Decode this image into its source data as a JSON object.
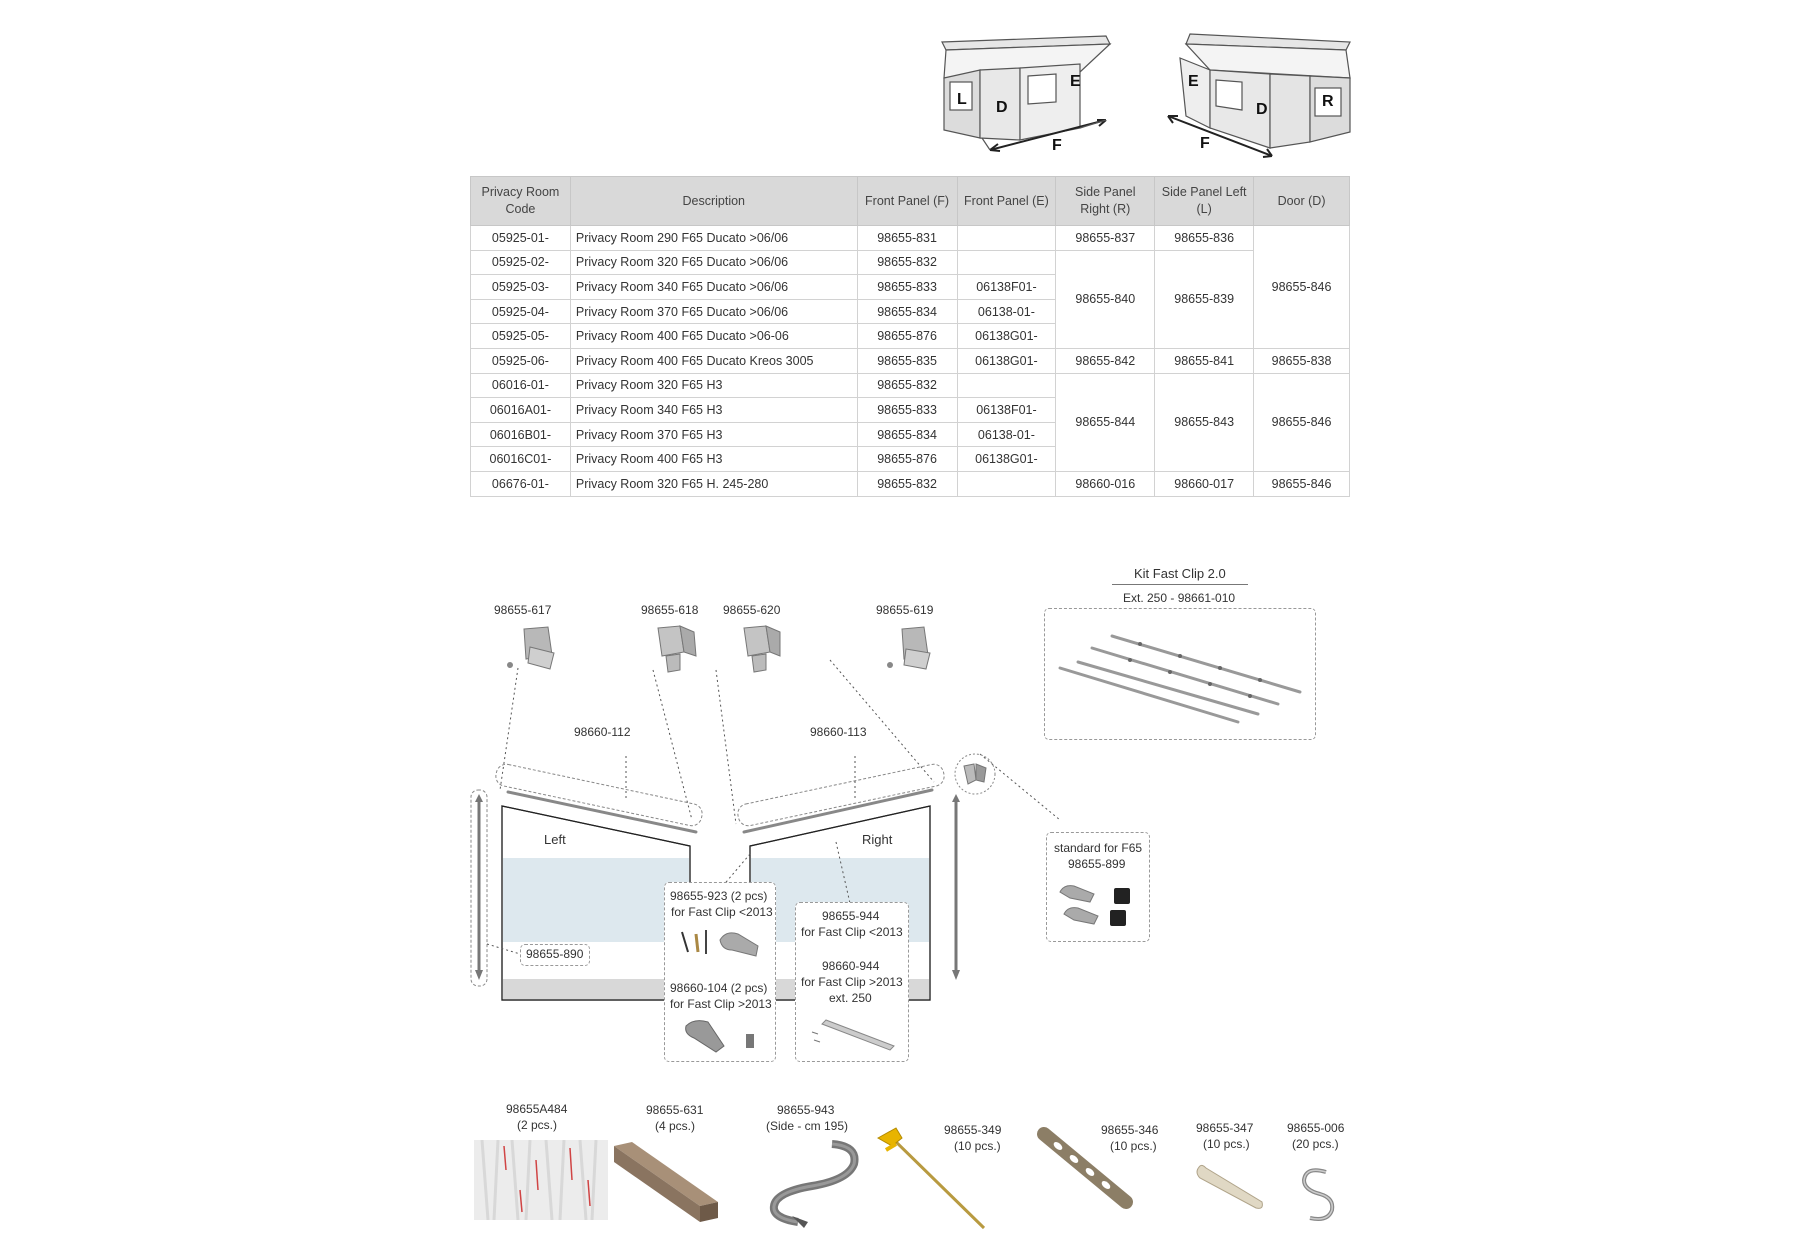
{
  "diagram": {
    "left_labels": {
      "l": "L",
      "d": "D",
      "e": "E",
      "f": "F"
    },
    "right_labels": {
      "e": "E",
      "d": "D",
      "r": "R",
      "f": "F"
    }
  },
  "table": {
    "headers": [
      "Privacy Room Code",
      "Description",
      "Front Panel (F)",
      "Front Panel (E)",
      "Side Panel Right (R)",
      "Side Panel Left (L)",
      "Door (D)"
    ],
    "rows": [
      {
        "code": "05925-01-",
        "desc": "Privacy Room 290 F65 Ducato >06/06",
        "f": "98655-831",
        "e": "",
        "r": "98655-837",
        "l": "98655-836"
      },
      {
        "code": "05925-02-",
        "desc": "Privacy Room 320 F65 Ducato >06/06",
        "f": "98655-832",
        "e": ""
      },
      {
        "code": "05925-03-",
        "desc": "Privacy Room 340 F65 Ducato >06/06",
        "f": "98655-833",
        "e": "06138F01-"
      },
      {
        "code": "05925-04-",
        "desc": "Privacy Room 370 F65 Ducato >06/06",
        "f": "98655-834",
        "e": "06138-01-"
      },
      {
        "code": "05925-05-",
        "desc": "Privacy Room 400 F65 Ducato >06-06",
        "f": "98655-876",
        "e": "06138G01-"
      },
      {
        "code": "05925-06-",
        "desc": "Privacy Room 400 F65 Ducato Kreos 3005",
        "f": "98655-835",
        "e": "06138G01-",
        "r": "98655-842",
        "l": "98655-841",
        "d": "98655-838"
      },
      {
        "code": "06016-01-",
        "desc": "Privacy Room 320 F65 H3",
        "f": "98655-832",
        "e": ""
      },
      {
        "code": "06016A01-",
        "desc": "Privacy Room 340 F65 H3",
        "f": "98655-833",
        "e": "06138F01-"
      },
      {
        "code": "06016B01-",
        "desc": "Privacy Room 370 F65 H3",
        "f": "98655-834",
        "e": "06138-01-"
      },
      {
        "code": "06016C01-",
        "desc": "Privacy Room 400 F65 H3",
        "f": "98655-876",
        "e": "06138G01-"
      },
      {
        "code": "06676-01-",
        "desc": "Privacy Room 320 F65 H. 245-280",
        "f": "98655-832",
        "e": "",
        "r": "98660-016",
        "l": "98660-017",
        "d": "98655-846"
      }
    ],
    "merged": {
      "r_rows2to5": "98655-840",
      "l_rows2to5": "98655-839",
      "d_rows1to5": "98655-846",
      "r_rows7to10": "98655-844",
      "l_rows7to10": "98655-843",
      "d_rows7to10": "98655-846"
    }
  },
  "parts": {
    "p617": "98655-617",
    "p618": "98655-618",
    "p620": "98655-620",
    "p619": "98655-619",
    "p112": "98660-112",
    "p113": "98660-113",
    "left": "Left",
    "right": "Right",
    "p890": "98655-890",
    "p923_a": "98655-923 (2 pcs)",
    "p923_b": "for Fast Clip <2013",
    "p104_a": "98660-104 (2 pcs)",
    "p104_b": "for Fast Clip >2013",
    "p944_a": "98655-944",
    "p944_b": "for Fast Clip <2013",
    "p944b_a": "98660-944",
    "p944b_b": "for Fast Clip >2013",
    "p944b_c": "ext. 250",
    "std_a": "standard for F65",
    "std_b": "98655-899",
    "kit_title": "Kit Fast Clip 2.0",
    "kit_sub": "Ext. 250 - 98661-010"
  },
  "accessories": [
    {
      "code": "98655A484",
      "qty": "(2 pcs.)"
    },
    {
      "code": "98655-631",
      "qty": "(4 pcs.)"
    },
    {
      "code": "98655-943",
      "qty": "(Side - cm 195)"
    },
    {
      "code": "98655-349",
      "qty": "(10 pcs.)"
    },
    {
      "code": "98655-346",
      "qty": "(10 pcs.)"
    },
    {
      "code": "98655-347",
      "qty": "(10 pcs.)"
    },
    {
      "code": "98655-006",
      "qty": "(20 pcs.)"
    }
  ]
}
